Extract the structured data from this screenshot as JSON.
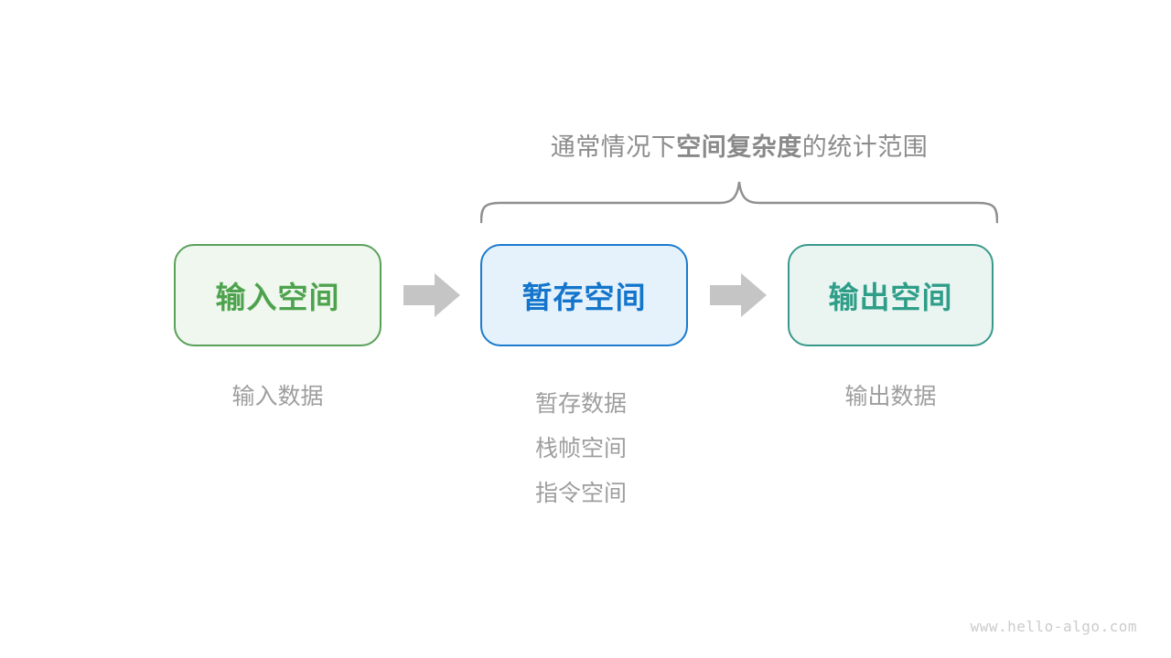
{
  "title": {
    "prefix": "通常情况下",
    "bold": "空间复杂度",
    "suffix": "的统计范围"
  },
  "boxes": [
    {
      "id": "input-space",
      "label": "输入空间"
    },
    {
      "id": "temp-space",
      "label": "暂存空间"
    },
    {
      "id": "output-space",
      "label": "输出空间"
    }
  ],
  "annotations": {
    "input": [
      "输入数据"
    ],
    "temp": [
      "暂存数据",
      "栈帧空间",
      "指令空间"
    ],
    "output": [
      "输出数据"
    ]
  },
  "watermark": "www.hello-algo.com",
  "colors": {
    "input_border": "#5aa05a",
    "input_fill": "#eff7ee",
    "input_text": "#4da34d",
    "temp_border": "#1b7bcd",
    "temp_fill": "#e5f1fb",
    "temp_text": "#1375cb",
    "output_border": "#38998a",
    "output_fill": "#eaf5f2",
    "output_text": "#2f9e88",
    "arrow": "#c5c5c5",
    "brace": "#909090",
    "title_text": "#8c8c8c",
    "note_text": "#9e9e9e",
    "watermark_text": "#cbcbcb"
  }
}
